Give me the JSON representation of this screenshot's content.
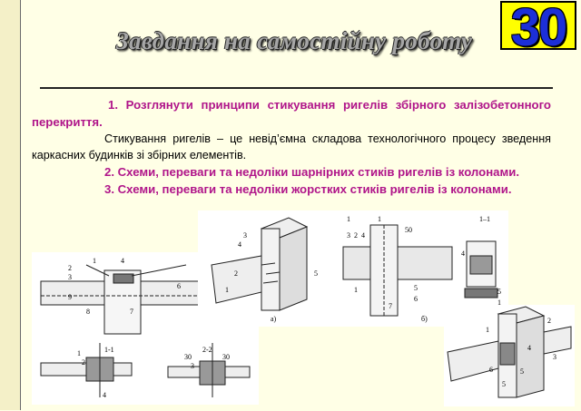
{
  "slide": {
    "badge_number": "30",
    "title": "Завдання на самостійну роботу"
  },
  "content": {
    "item1": "1. Розглянути принципи стикування ригелів збірного залізобетонного перекриття.",
    "description": "Стикування ригелів – це невід’ємна складова технологічного процесу зведення каркасних будинків зі збірних елементів.",
    "item2": "2. Схеми, переваги та недоліки шарнірних стиків ригелів із колонами.",
    "item3": "3. Схеми, переваги та недоліки жорстких стиків ригелів із колонами."
  },
  "figures": {
    "left_diagram_labels": [
      "1",
      "4",
      "2",
      "3",
      "9",
      "8",
      "7",
      "6",
      "1-1",
      "2-2",
      "30",
      "30",
      "1",
      "2",
      "4",
      "3"
    ],
    "middle_diagram_labels": [
      "3",
      "4",
      "2",
      "1",
      "5",
      "а)",
      "1",
      "1",
      "50",
      "3",
      "2",
      "4",
      "5",
      "6",
      "1",
      "7",
      "б)",
      "1–1",
      "4",
      "5",
      "1"
    ],
    "right_diagram_labels": [
      "1",
      "2",
      "3",
      "4",
      "5",
      "6",
      "5"
    ]
  }
}
